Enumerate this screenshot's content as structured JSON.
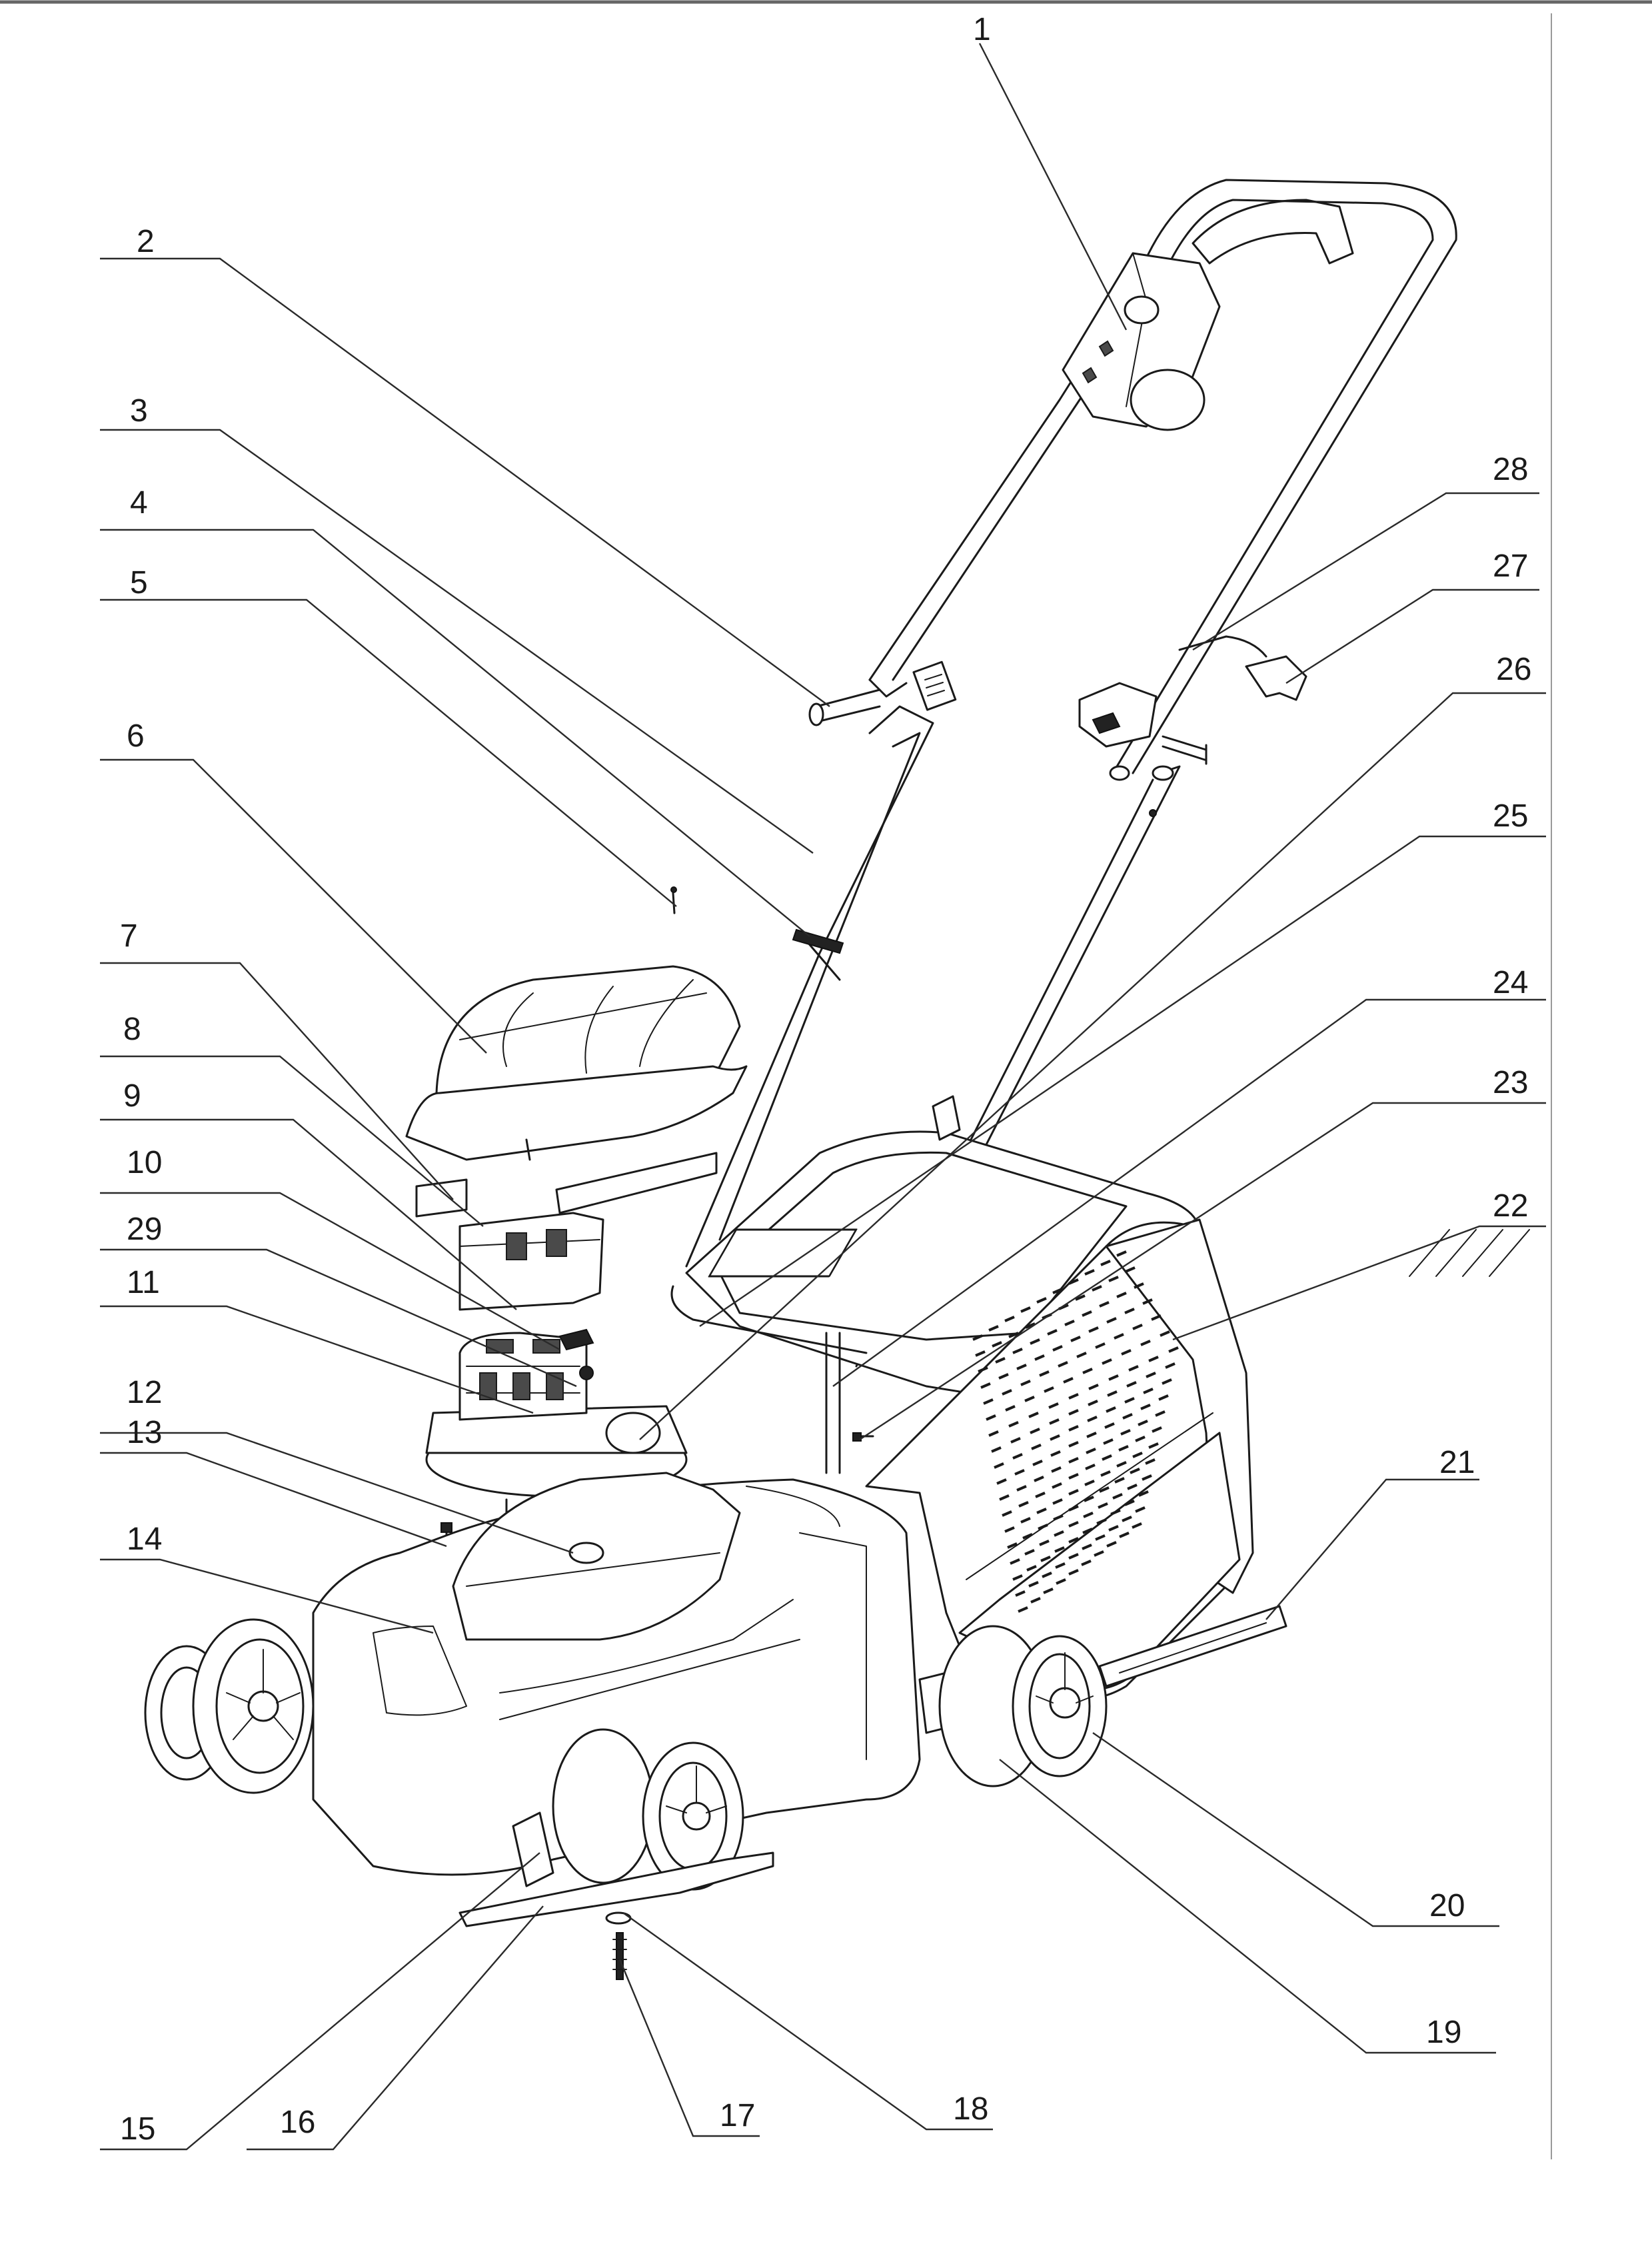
{
  "diagram": {
    "description_lines": [],
    "callouts": [
      {
        "id": "1",
        "label": "1"
      },
      {
        "id": "2",
        "label": "2"
      },
      {
        "id": "3",
        "label": "3"
      },
      {
        "id": "4",
        "label": "4"
      },
      {
        "id": "5",
        "label": "5"
      },
      {
        "id": "6",
        "label": "6"
      },
      {
        "id": "7",
        "label": "7"
      },
      {
        "id": "8",
        "label": "8"
      },
      {
        "id": "9",
        "label": "9"
      },
      {
        "id": "10",
        "label": "10"
      },
      {
        "id": "29",
        "label": "29"
      },
      {
        "id": "11",
        "label": "11"
      },
      {
        "id": "12",
        "label": "12"
      },
      {
        "id": "13",
        "label": "13"
      },
      {
        "id": "14",
        "label": "14"
      },
      {
        "id": "15",
        "label": "15"
      },
      {
        "id": "16",
        "label": "16"
      },
      {
        "id": "17",
        "label": "17"
      },
      {
        "id": "18",
        "label": "18"
      },
      {
        "id": "19",
        "label": "19"
      },
      {
        "id": "20",
        "label": "20"
      },
      {
        "id": "21",
        "label": "21"
      },
      {
        "id": "22",
        "label": "22"
      },
      {
        "id": "23",
        "label": "23"
      },
      {
        "id": "24",
        "label": "24"
      },
      {
        "id": "25",
        "label": "25"
      },
      {
        "id": "26",
        "label": "26"
      },
      {
        "id": "27",
        "label": "27"
      },
      {
        "id": "28",
        "label": "28"
      }
    ]
  }
}
